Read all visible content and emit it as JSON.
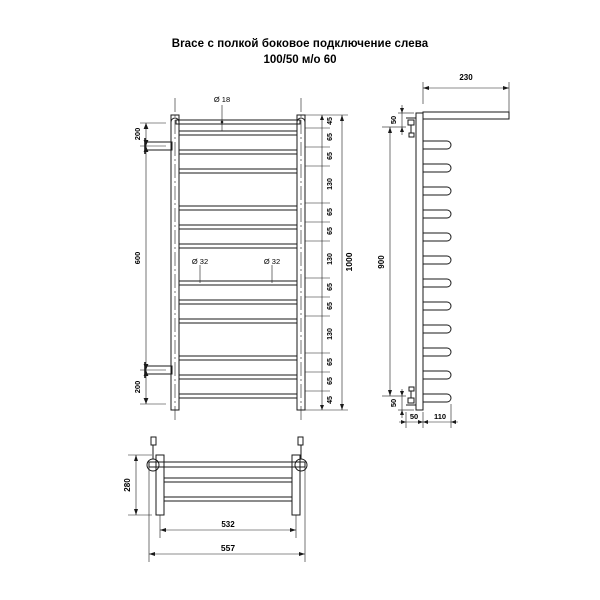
{
  "title": "Brace с полкой  боковое подключение слева",
  "subtitle": "100/50 м/о 60",
  "colors": {
    "line": "#1a1a1a",
    "thin": "#1a1a1a",
    "text": "#000000"
  },
  "views": {
    "front": {
      "name": "front-view",
      "diameters": {
        "top": "Ø 18",
        "left": "Ø 32",
        "right": "Ø 32"
      },
      "vertical_left": [
        "200",
        "600",
        "200"
      ],
      "overall_height": "1000",
      "rung_spacing": [
        "45",
        "65",
        "65",
        "130",
        "65",
        "65",
        "130",
        "65",
        "65",
        "130",
        "65",
        "65",
        "45"
      ]
    },
    "side": {
      "name": "side-view",
      "top_depth": "230",
      "top_offset": "50",
      "height": "900",
      "bottom_offset": "50",
      "base_left": "50",
      "base_right": "110"
    },
    "top": {
      "name": "top-view",
      "depth": "280",
      "inner_width": "532",
      "outer_width": "557"
    }
  }
}
